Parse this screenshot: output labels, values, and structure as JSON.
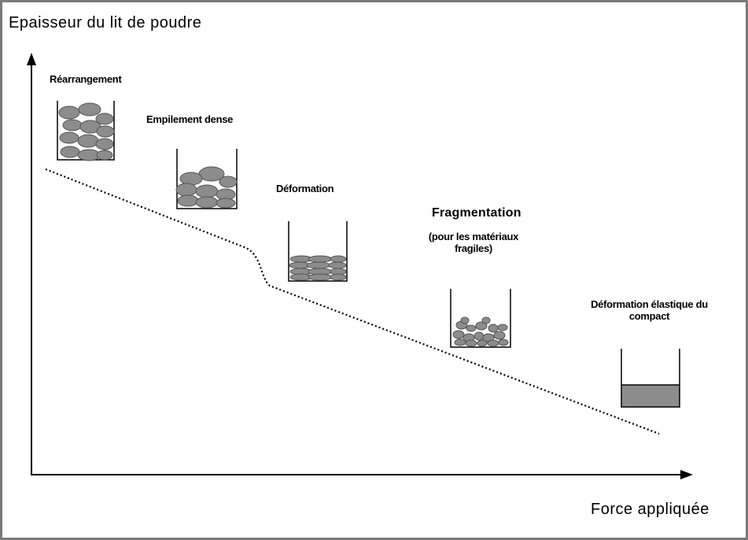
{
  "axes": {
    "y_label": "Epaisseur du lit de poudre",
    "x_label": "Force appliquée"
  },
  "stages": {
    "rearrangement": "Réarrangement",
    "empilement": "Empilement dense",
    "deformation": "Déformation",
    "fragmentation": "Fragmentation",
    "fragmentation_note_line1": "(pour les matériaux",
    "fragmentation_note_line2": "fragiles)",
    "elastique_line1": "Déformation élastique du",
    "elastique_line2": "compact"
  },
  "colors": {
    "particle_fill": "#8c8c8c",
    "particle_stroke": "#555555",
    "compact_fill": "#8c8c8c",
    "axis": "#000000",
    "frame": "#7a7a7a"
  }
}
